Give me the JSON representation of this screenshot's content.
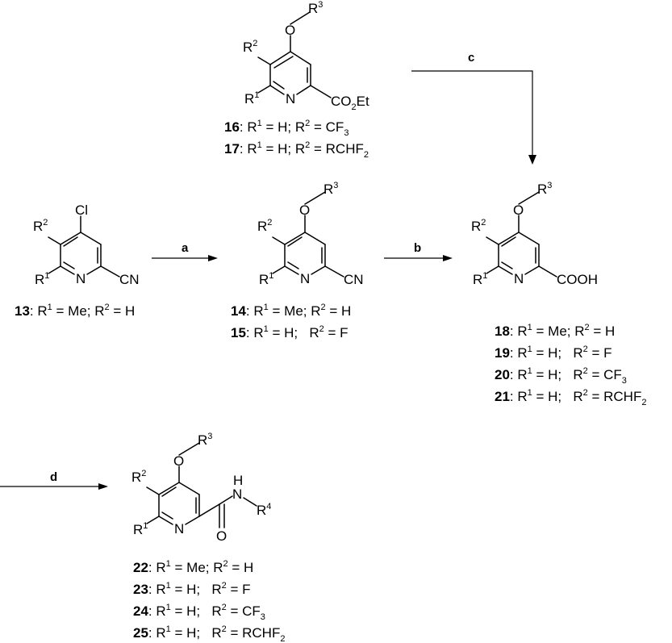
{
  "atoms": {
    "O": "O",
    "R": "R",
    "N": "N",
    "H": "H",
    "Cl": "Cl",
    "CN": "CN",
    "COOH": "COOH",
    "CO": "CO",
    "Et": "Et",
    "n1": "1",
    "n2": "2",
    "n3": "3",
    "n4": "4",
    "sub2": "2"
  },
  "steps": {
    "a": "a",
    "b": "b",
    "c": "c",
    "d": "d"
  },
  "compounds": {
    "c13": {
      "num": "13",
      "text": ": R",
      "r1": "1",
      "eq1": " = Me; R",
      "r2": "2",
      "eq2": " = H"
    },
    "c14": {
      "num": "14",
      "text": ": R",
      "r1": "1",
      "eq1": " = Me; R",
      "r2": "2",
      "eq2": " = H"
    },
    "c15": {
      "num": "15",
      "text": ": R",
      "r1": "1",
      "eq1": " = H;   R",
      "r2": "2",
      "eq2": " = F"
    },
    "c16": {
      "num": "16",
      "text": ": R",
      "r1": "1",
      "eq1": " = H; R",
      "r2": "2",
      "eq2": " = CF",
      "tail": "3"
    },
    "c17": {
      "num": "17",
      "text": ": R",
      "r1": "1",
      "eq1": " = H; R",
      "r2": "2",
      "eq2": " = RCHF",
      "tail": "2"
    },
    "c18": {
      "num": "18",
      "text": ": R",
      "r1": "1",
      "eq1": " = Me; R",
      "r2": "2",
      "eq2": " = H"
    },
    "c19": {
      "num": "19",
      "text": ": R",
      "r1": "1",
      "eq1": " = H;   R",
      "r2": "2",
      "eq2": " = F"
    },
    "c20": {
      "num": "20",
      "text": ": R",
      "r1": "1",
      "eq1": " = H;   R",
      "r2": "2",
      "eq2": " = CF",
      "tail": "3"
    },
    "c21": {
      "num": "21",
      "text": ": R",
      "r1": "1",
      "eq1": " = H;   R",
      "r2": "2",
      "eq2": " = RCHF",
      "tail": "2"
    },
    "c22": {
      "num": "22",
      "text": ": R",
      "r1": "1",
      "eq1": " = Me; R",
      "r2": "2",
      "eq2": " = H"
    },
    "c23": {
      "num": "23",
      "text": ": R",
      "r1": "1",
      "eq1": " = H;   R",
      "r2": "2",
      "eq2": " = F"
    },
    "c24": {
      "num": "24",
      "text": ": R",
      "r1": "1",
      "eq1": " = H;   R",
      "r2": "2",
      "eq2": " = CF",
      "tail": "3"
    },
    "c25": {
      "num": "25",
      "text": ": R",
      "r1": "1",
      "eq1": " = H;   R",
      "r2": "2",
      "eq2": " = RCHF",
      "tail": "2"
    }
  }
}
